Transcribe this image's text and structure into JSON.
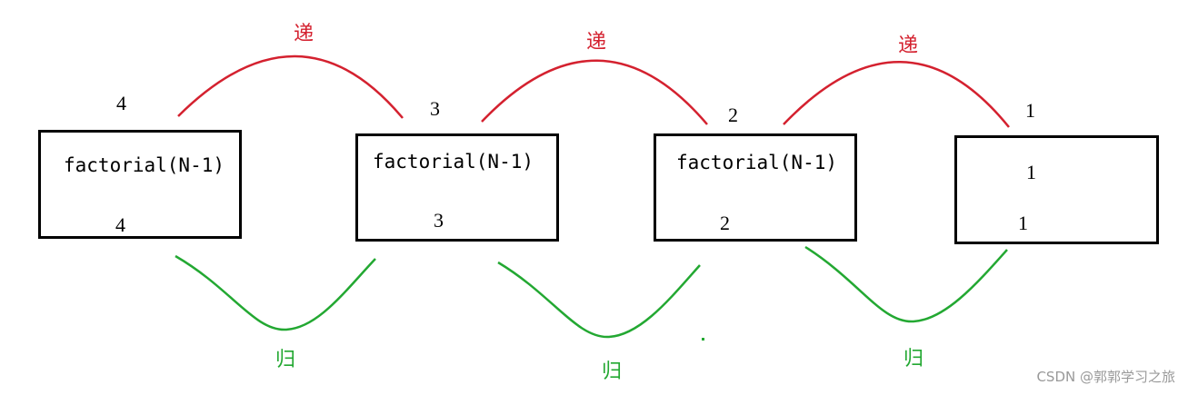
{
  "colors": {
    "recurse": "#d4212f",
    "return": "#23a832",
    "box_border": "#000000",
    "text": "#000000",
    "watermark": "#999999"
  },
  "boxes": [
    {
      "label": "factorial(N-1)",
      "top_value": "4",
      "bottom_value": "4"
    },
    {
      "label": "factorial(N-1)",
      "top_value": "3",
      "bottom_value": "3"
    },
    {
      "label": "factorial(N-1)",
      "top_value": "2",
      "bottom_value": "2"
    },
    {
      "label": "1",
      "top_value": "1",
      "bottom_value": "1"
    }
  ],
  "recurse_label": "递",
  "return_label": "归",
  "watermark": "CSDN @郭郭学习之旅"
}
